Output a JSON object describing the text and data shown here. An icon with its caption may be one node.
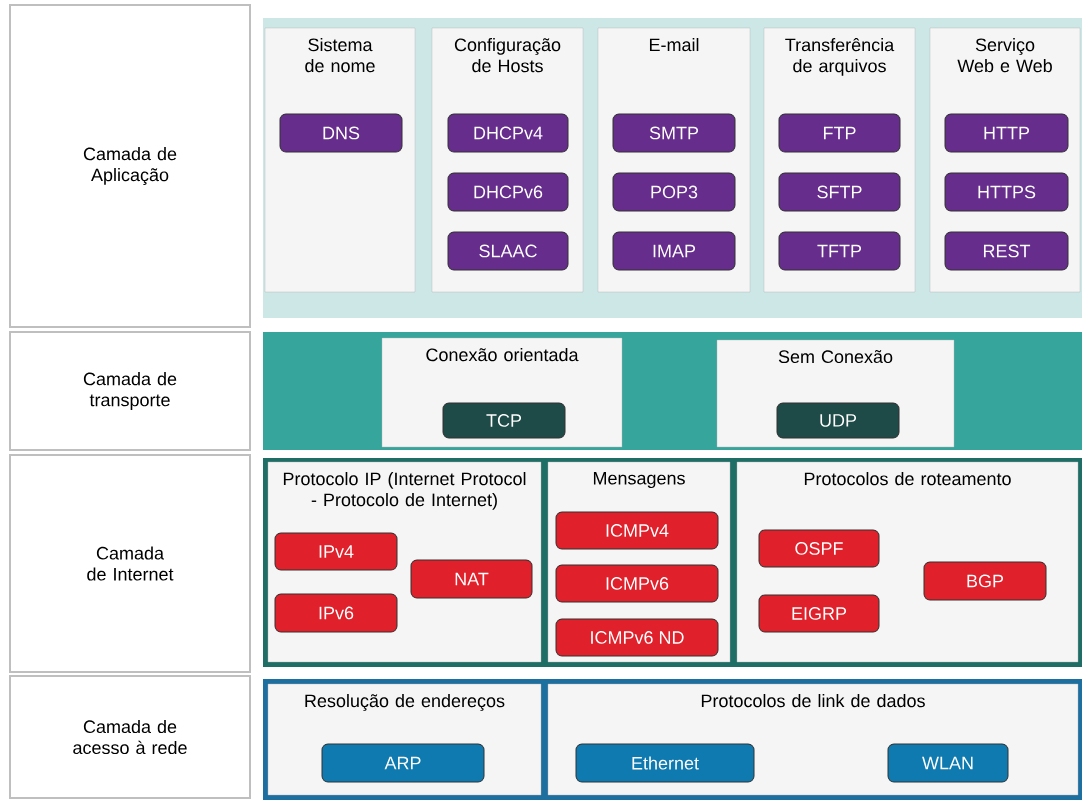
{
  "diagram": {
    "nodes": [
      {
        "text": [
          "Camada de Aplicação"
        ]
      },
      {
        "text": [],
        "shape": "box"
      },
      {
        "text": [
          "Sistema de nome"
        ],
        "in": 1
      },
      {
        "text": [
          "DNS"
        ],
        "in": 2
      },
      {
        "text": [
          "Configuração de Hosts"
        ],
        "in": 1
      },
      {
        "text": [
          "DHCPv4"
        ],
        "in": 4
      },
      {
        "text": [
          "DHCPv6"
        ],
        "in": 4
      },
      {
        "text": [
          "SLAAC"
        ],
        "in": 4
      },
      {
        "text": [
          "E-mail"
        ],
        "in": 1
      },
      {
        "text": [
          "SMTP"
        ],
        "in": 8
      },
      {
        "text": [
          "POP3"
        ],
        "in": 8
      },
      {
        "text": [
          "IMAP"
        ],
        "in": 8
      },
      {
        "text": [
          "Transferência de arquivos"
        ],
        "in": 1
      },
      {
        "text": [
          "FTP"
        ],
        "in": 12
      },
      {
        "text": [
          "SFTP"
        ],
        "in": 12
      },
      {
        "text": [
          "TFTP"
        ],
        "in": 12
      },
      {
        "text": [
          "Serviço Web e Web"
        ],
        "in": 1
      },
      {
        "text": [
          "HTTP"
        ],
        "in": 16
      },
      {
        "text": [
          "HTTPS"
        ],
        "in": 16
      },
      {
        "text": [
          "REST"
        ],
        "in": 16
      },
      {
        "text": [
          "Camada de transporte"
        ]
      },
      {
        "text": [],
        "shape": "box"
      },
      {
        "text": [
          "Conexão orientada"
        ],
        "in": 21
      },
      {
        "text": [
          "TCP"
        ],
        "in": 22
      },
      {
        "text": [
          "Sem Conexão"
        ],
        "in": 21
      },
      {
        "text": [
          "UDP"
        ],
        "in": 24
      },
      {
        "text": [
          "Camada de Internet"
        ]
      },
      {
        "text": [],
        "shape": "box"
      },
      {
        "text": [
          "Protocolo IP (Internet Protocol - Protocolo de Internet)"
        ],
        "in": 27
      },
      {
        "text": [
          "IPv4"
        ],
        "in": 28
      },
      {
        "text": [
          "NAT"
        ],
        "in": 28
      },
      {
        "text": [
          "IPv6"
        ],
        "in": 28
      },
      {
        "text": [
          "Mensagens"
        ],
        "in": 27
      },
      {
        "text": [
          "ICMPv4"
        ],
        "in": 32
      },
      {
        "text": [
          "ICMPv6"
        ],
        "in": 32
      },
      {
        "text": [
          "ICMPv6 ND"
        ],
        "in": 32
      },
      {
        "text": [
          "Protocolos de roteamento"
        ],
        "in": 27
      },
      {
        "text": [
          "OSPF"
        ],
        "in": 36
      },
      {
        "text": [
          "EIGRP"
        ],
        "in": 36
      },
      {
        "text": [
          "BGP"
        ],
        "in": 36
      },
      {
        "text": [
          "Camada de acesso à rede"
        ]
      },
      {
        "text": [],
        "shape": "box"
      },
      {
        "text": [
          "Resolução de endereços"
        ],
        "in": 41
      },
      {
        "text": [
          "ARP"
        ],
        "in": 42
      },
      {
        "text": [
          "Protocolos de link de dados"
        ],
        "in": 41
      },
      {
        "text": [
          "Ethernet"
        ],
        "in": 44
      },
      {
        "text": [
          "WLAN"
        ],
        "in": 44
      }
    ]
  }
}
